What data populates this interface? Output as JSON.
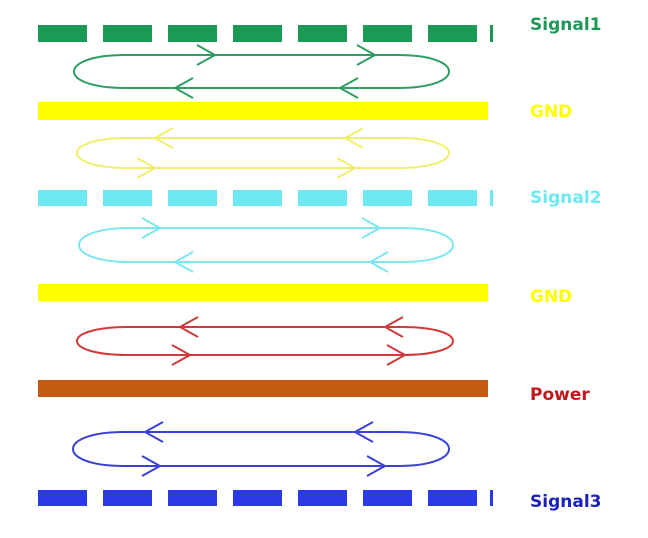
{
  "layers": [
    {
      "label": "Signal1",
      "type": "signal",
      "color": "#1c9a55",
      "label_color": "#1c9a55"
    },
    {
      "label": "GND",
      "type": "plane",
      "color": "#ffff00",
      "label_color": "#ffff00"
    },
    {
      "label": "Signal2",
      "type": "signal",
      "color": "#6ee8f2",
      "label_color": "#6ee8f2"
    },
    {
      "label": "GND",
      "type": "plane",
      "color": "#ffff00",
      "label_color": "#ffff00"
    },
    {
      "label": "Power",
      "type": "plane",
      "color": "#c55a11",
      "label_color": "#c0171c"
    },
    {
      "label": "Signal3",
      "type": "signal",
      "color": "#2a3ae6",
      "label_color": "#1a22b8"
    }
  ],
  "current_loops": [
    {
      "name": "signal1-gnd",
      "color": "#2e9e62",
      "top_direction": "right",
      "bottom_direction": "left"
    },
    {
      "name": "gnd-signal2",
      "color": "#f2f06a",
      "top_direction": "left",
      "bottom_direction": "right"
    },
    {
      "name": "signal2-gnd",
      "color": "#7ee6f0",
      "top_direction": "right",
      "bottom_direction": "left"
    },
    {
      "name": "gnd-power",
      "color": "#d03a3a",
      "top_direction": "left",
      "bottom_direction": "right"
    },
    {
      "name": "power-signal3",
      "color": "#3a40d8",
      "top_direction": "left",
      "bottom_direction": "right"
    }
  ]
}
